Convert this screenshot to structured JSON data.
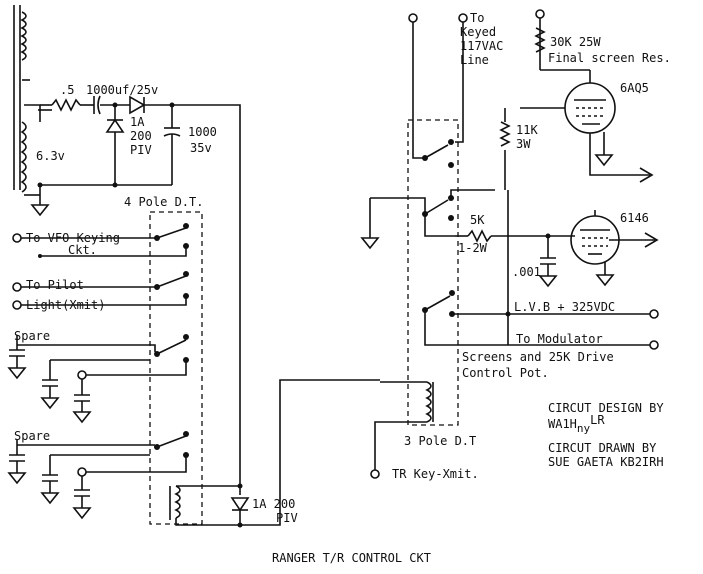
{
  "title": "RANGER T/R CONTROL CKT",
  "labels": {
    "r_res": ".5",
    "c_main": "1000uf/25v",
    "v63": "6.3v",
    "d1_1": "1A",
    "d1_2": "200",
    "d1_3": "PIV",
    "c2_1": "1000",
    "c2_2": "35v",
    "relay4": "4 Pole D.T.",
    "vfo1": "To VFO Keying",
    "vfo2": "Ckt.",
    "pilot1": "To Pilot",
    "pilot2": "Light(Xmit)",
    "spare1": "Spare",
    "spare2": "Spare",
    "d2_1": "1A 200",
    "d2_2": "PIV",
    "to_keyed_1": "To",
    "to_keyed_2": "Keyed",
    "to_keyed_3": "117VAC",
    "to_keyed_4": "Line",
    "r30k": "30K 25W",
    "final_screen": "Final screen Res.",
    "tube1": "6AQ5",
    "r11k_1": "11K",
    "r11k_2": "3W",
    "r5k_1": "5K",
    "r5k_2": "1-2W",
    "tube2": "6146",
    "c001": ".001",
    "lvb": "L.V.B + 325VDC",
    "tomod_1": "To Modulator",
    "tomod_2": "Screens and 25K Drive",
    "tomod_3": "Control Pot.",
    "relay3": "3 Pole D.T",
    "trkey": "TR Key-Xmit.",
    "design_1": "CIRCUT DESIGN BY",
    "design_2a": "WA1H",
    "design_2b": "ny",
    "design_2c": "LR",
    "drawn_1": "CIRCUT DRAWN BY",
    "drawn_2": "SUE GAETA KB2IRH"
  }
}
